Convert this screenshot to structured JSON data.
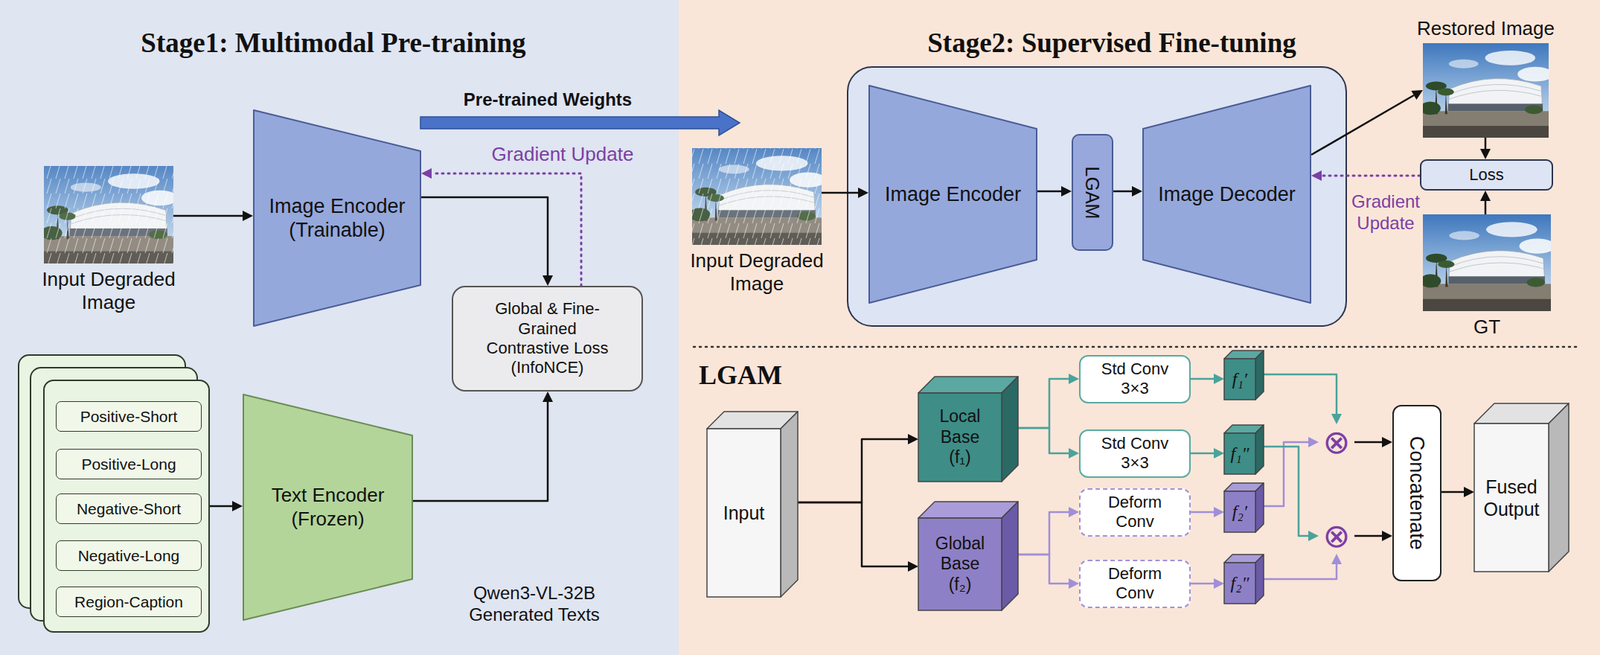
{
  "diagram": {
    "nodes": [
      {
        "text": [
          "Stage1: Multimodal Pre-training"
        ]
      },
      {
        "text": [
          "Input Degraded Image"
        ],
        "in": 0
      },
      {
        "text": [
          "Image Encoder (Trainable)"
        ],
        "in": 0
      },
      {
        "text": [
          "Global & Fine-Grained Contrastive Loss (InfoNCE)"
        ],
        "in": 0
      },
      {
        "text": [],
        "in": 0
      },
      {
        "text": [
          "Positive-Short"
        ],
        "in": 4
      },
      {
        "text": [
          "Positive-Long"
        ],
        "in": 4
      },
      {
        "text": [
          "Negative-Short"
        ],
        "in": 4
      },
      {
        "text": [
          "Negative-Long"
        ],
        "in": 4
      },
      {
        "text": [
          "Region-Caption"
        ],
        "in": 4
      },
      {
        "text": [
          "Text Encoder (Frozen)"
        ],
        "in": 0
      },
      {
        "text": [
          "Stage2: Supervised Fine-tuning"
        ]
      },
      {
        "text": [
          "Input Degraded Image"
        ],
        "in": 11
      },
      {
        "text": [],
        "in": 11
      },
      {
        "text": [
          "Image Encoder"
        ],
        "in": 13
      },
      {
        "text": [
          "LGAM"
        ],
        "in": 13
      },
      {
        "text": [
          "Image Decoder"
        ],
        "in": 13
      },
      {
        "text": [
          "Restored Image"
        ],
        "in": 11
      },
      {
        "text": [
          "Loss"
        ],
        "in": 11
      },
      {
        "text": [
          "GT"
        ],
        "in": 11
      },
      {
        "text": [
          "Input"
        ],
        "in": 11
      },
      {
        "text": [
          "Local Base (f₁)"
        ],
        "in": 11
      },
      {
        "text": [
          "Global Base (f₂)"
        ],
        "in": 11
      },
      {
        "text": [
          "Std Conv 3×3"
        ],
        "in": 11
      },
      {
        "text": [
          "Std Conv 3×3"
        ],
        "in": 11
      },
      {
        "text": [
          "Deform Conv"
        ],
        "in": 11
      },
      {
        "text": [
          "Deform Conv"
        ],
        "in": 11
      },
      {
        "text": [
          "f₁′"
        ],
        "in": 11
      },
      {
        "text": [
          "f₁″"
        ],
        "in": 11
      },
      {
        "text": [
          "f₂′"
        ],
        "in": 11
      },
      {
        "text": [
          "f₂″"
        ],
        "in": 11
      },
      {
        "text": [
          "⊗"
        ],
        "in": 11
      },
      {
        "text": [
          "⊗"
        ],
        "in": 11
      },
      {
        "text": [
          "Concatenate"
        ],
        "in": 11
      },
      {
        "text": [
          "Fused Output"
        ],
        "in": 11
      }
    ],
    "edges": [
      {
        "from": 1,
        "to": 2,
        "arrow": "to"
      },
      {
        "from": 2,
        "to": 3,
        "arrow": "to"
      },
      {
        "from": 3,
        "to": 2,
        "label": "Gradient Update",
        "arrow": "to"
      },
      {
        "from": 4,
        "to": 10,
        "arrow": "to"
      },
      {
        "from": 10,
        "to": 3,
        "arrow": "to"
      },
      {
        "from": 12,
        "to": 14,
        "arrow": "to"
      },
      {
        "from": 14,
        "to": 15,
        "arrow": "to"
      },
      {
        "from": 15,
        "to": 16,
        "arrow": "to"
      },
      {
        "from": 16,
        "to": 17,
        "arrow": "to"
      },
      {
        "from": 17,
        "to": 18,
        "arrow": "to"
      },
      {
        "from": 19,
        "to": 18,
        "arrow": "to"
      },
      {
        "from": 18,
        "to": 16,
        "label": "Gradient Update",
        "arrow": "to"
      },
      {
        "from": 20,
        "to": 21,
        "arrow": "to"
      },
      {
        "from": 20,
        "to": 22,
        "arrow": "to"
      },
      {
        "from": 21,
        "to": 23,
        "arrow": "to"
      },
      {
        "from": 21,
        "to": 24,
        "arrow": "to"
      },
      {
        "from": 22,
        "to": 25,
        "arrow": "to"
      },
      {
        "from": 22,
        "to": 26,
        "arrow": "to"
      },
      {
        "from": 23,
        "to": 27,
        "arrow": "to"
      },
      {
        "from": 24,
        "to": 28,
        "arrow": "to"
      },
      {
        "from": 25,
        "to": 29,
        "arrow": "to"
      },
      {
        "from": 26,
        "to": 30,
        "arrow": "to"
      },
      {
        "from": 27,
        "to": 31,
        "arrow": "to"
      },
      {
        "from": 29,
        "to": 31,
        "arrow": "to"
      },
      {
        "from": 28,
        "to": 32,
        "arrow": "to"
      },
      {
        "from": 30,
        "to": 32,
        "arrow": "to"
      },
      {
        "from": 31,
        "to": 33,
        "arrow": "to"
      },
      {
        "from": 32,
        "to": 33,
        "arrow": "to"
      },
      {
        "from": 33,
        "to": 34,
        "arrow": "to"
      }
    ],
    "labels": [
      "Pre-trained Weights",
      "Qwen3-VL-32B Generated Texts",
      "LGAM"
    ]
  }
}
